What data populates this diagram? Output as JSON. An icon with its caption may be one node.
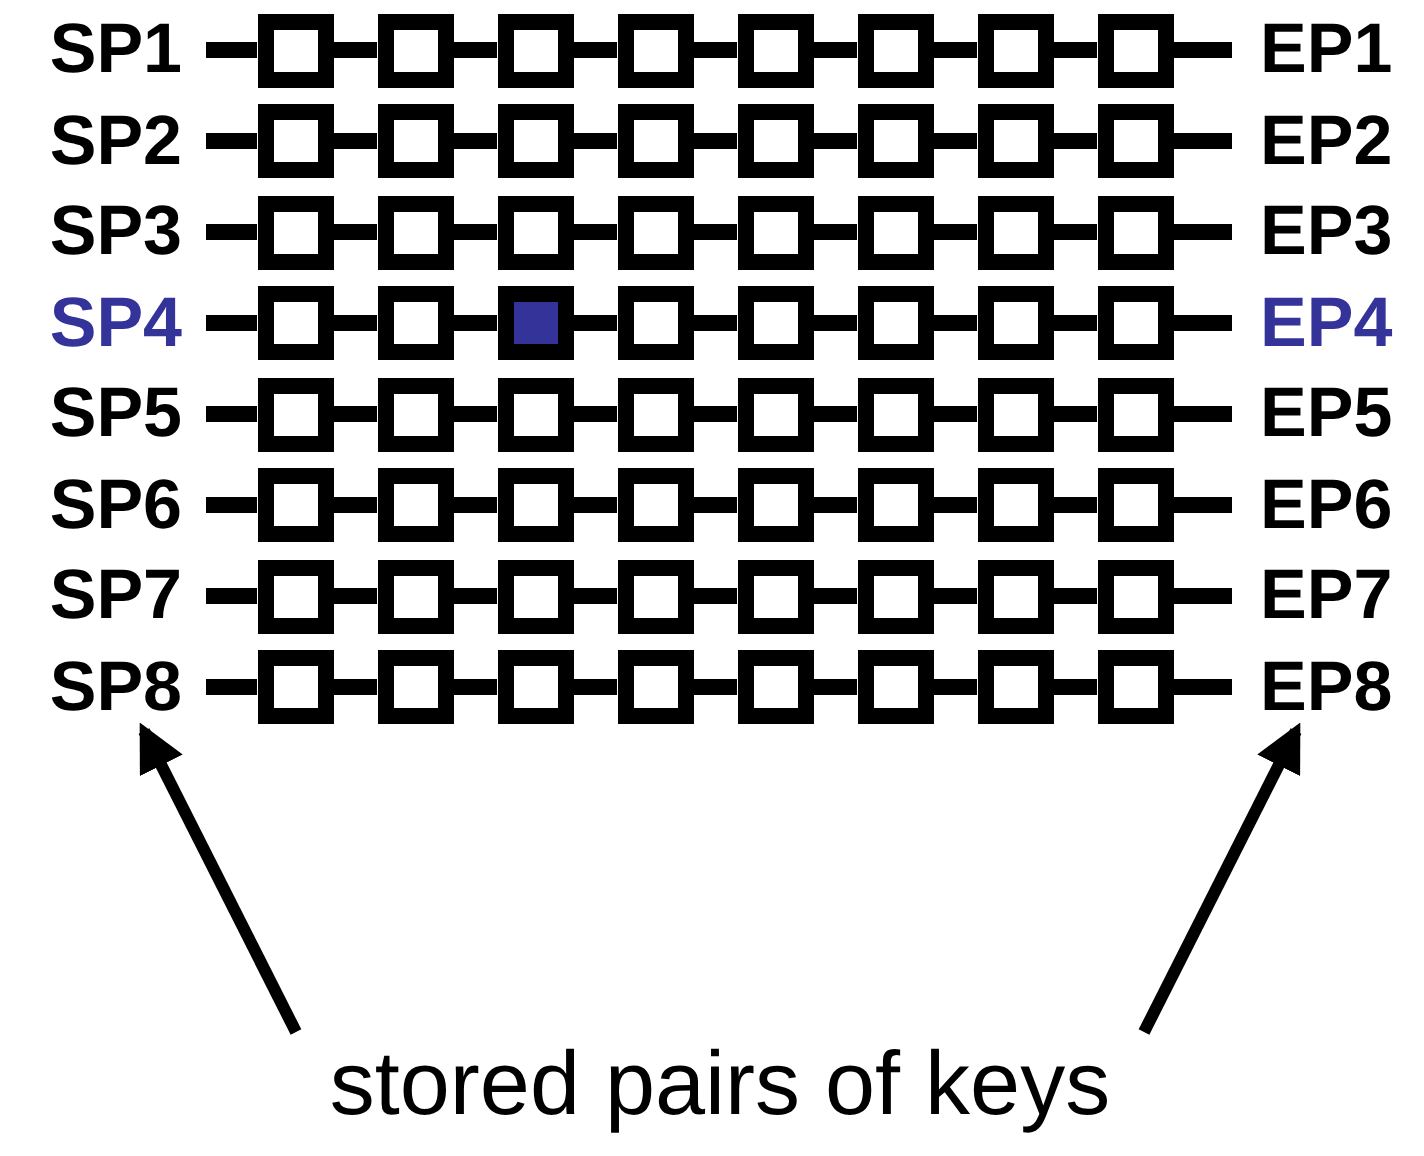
{
  "diagram": {
    "nodes": [
      {
        "text": [
          "SP1"
        ]
      },
      {
        "text": [],
        "shape": "box"
      },
      {
        "text": [],
        "shape": "box"
      },
      {
        "text": [],
        "shape": "box"
      },
      {
        "text": [],
        "shape": "box"
      },
      {
        "text": [],
        "shape": "box"
      },
      {
        "text": [],
        "shape": "box"
      },
      {
        "text": [],
        "shape": "box"
      },
      {
        "text": [],
        "shape": "box"
      },
      {
        "text": [
          "EP1"
        ]
      },
      {
        "text": [
          "SP2"
        ]
      },
      {
        "text": [],
        "shape": "box"
      },
      {
        "text": [],
        "shape": "box"
      },
      {
        "text": [],
        "shape": "box"
      },
      {
        "text": [],
        "shape": "box"
      },
      {
        "text": [],
        "shape": "box"
      },
      {
        "text": [],
        "shape": "box"
      },
      {
        "text": [],
        "shape": "box"
      },
      {
        "text": [],
        "shape": "box"
      },
      {
        "text": [
          "EP2"
        ]
      },
      {
        "text": [
          "SP3"
        ]
      },
      {
        "text": [],
        "shape": "box"
      },
      {
        "text": [],
        "shape": "box"
      },
      {
        "text": [],
        "shape": "box"
      },
      {
        "text": [],
        "shape": "box"
      },
      {
        "text": [],
        "shape": "box"
      },
      {
        "text": [],
        "shape": "box"
      },
      {
        "text": [],
        "shape": "box"
      },
      {
        "text": [],
        "shape": "box"
      },
      {
        "text": [
          "EP3"
        ]
      },
      {
        "text": [
          "SP4"
        ]
      },
      {
        "text": [],
        "shape": "box"
      },
      {
        "text": [],
        "shape": "box"
      },
      {
        "text": [],
        "shape": "box"
      },
      {
        "text": [],
        "shape": "box"
      },
      {
        "text": [],
        "shape": "box"
      },
      {
        "text": [],
        "shape": "box"
      },
      {
        "text": [],
        "shape": "box"
      },
      {
        "text": [],
        "shape": "box"
      },
      {
        "text": [
          "EP4"
        ]
      },
      {
        "text": [
          "SP5"
        ]
      },
      {
        "text": [],
        "shape": "box"
      },
      {
        "text": [],
        "shape": "box"
      },
      {
        "text": [],
        "shape": "box"
      },
      {
        "text": [],
        "shape": "box"
      },
      {
        "text": [],
        "shape": "box"
      },
      {
        "text": [],
        "shape": "box"
      },
      {
        "text": [],
        "shape": "box"
      },
      {
        "text": [],
        "shape": "box"
      },
      {
        "text": [
          "EP5"
        ]
      },
      {
        "text": [
          "SP6"
        ]
      },
      {
        "text": [],
        "shape": "box"
      },
      {
        "text": [],
        "shape": "box"
      },
      {
        "text": [],
        "shape": "box"
      },
      {
        "text": [],
        "shape": "box"
      },
      {
        "text": [],
        "shape": "box"
      },
      {
        "text": [],
        "shape": "box"
      },
      {
        "text": [],
        "shape": "box"
      },
      {
        "text": [],
        "shape": "box"
      },
      {
        "text": [
          "EP6"
        ]
      },
      {
        "text": [
          "SP7"
        ]
      },
      {
        "text": [],
        "shape": "box"
      },
      {
        "text": [],
        "shape": "box"
      },
      {
        "text": [],
        "shape": "box"
      },
      {
        "text": [],
        "shape": "box"
      },
      {
        "text": [],
        "shape": "box"
      },
      {
        "text": [],
        "shape": "box"
      },
      {
        "text": [],
        "shape": "box"
      },
      {
        "text": [],
        "shape": "box"
      },
      {
        "text": [
          "EP7"
        ]
      },
      {
        "text": [
          "SP8"
        ]
      },
      {
        "text": [],
        "shape": "box"
      },
      {
        "text": [],
        "shape": "box"
      },
      {
        "text": [],
        "shape": "box"
      },
      {
        "text": [],
        "shape": "box"
      },
      {
        "text": [],
        "shape": "box"
      },
      {
        "text": [],
        "shape": "box"
      },
      {
        "text": [],
        "shape": "box"
      },
      {
        "text": [],
        "shape": "box"
      },
      {
        "text": [
          "EP8"
        ]
      },
      {
        "text": [
          "stored pairs of keys"
        ]
      }
    ],
    "edges": [
      {
        "from": 0,
        "to": 1,
        "arrow": "none"
      },
      {
        "from": 1,
        "to": 2,
        "arrow": "none"
      },
      {
        "from": 2,
        "to": 3,
        "arrow": "none"
      },
      {
        "from": 3,
        "to": 4,
        "arrow": "none"
      },
      {
        "from": 4,
        "to": 5,
        "arrow": "none"
      },
      {
        "from": 5,
        "to": 6,
        "arrow": "none"
      },
      {
        "from": 6,
        "to": 7,
        "arrow": "none"
      },
      {
        "from": 7,
        "to": 8,
        "arrow": "none"
      },
      {
        "from": 8,
        "to": 9,
        "arrow": "none"
      },
      {
        "from": 10,
        "to": 11,
        "arrow": "none"
      },
      {
        "from": 11,
        "to": 12,
        "arrow": "none"
      },
      {
        "from": 12,
        "to": 13,
        "arrow": "none"
      },
      {
        "from": 13,
        "to": 14,
        "arrow": "none"
      },
      {
        "from": 14,
        "to": 15,
        "arrow": "none"
      },
      {
        "from": 15,
        "to": 16,
        "arrow": "none"
      },
      {
        "from": 16,
        "to": 17,
        "arrow": "none"
      },
      {
        "from": 17,
        "to": 18,
        "arrow": "none"
      },
      {
        "from": 18,
        "to": 19,
        "arrow": "none"
      },
      {
        "from": 20,
        "to": 21,
        "arrow": "none"
      },
      {
        "from": 21,
        "to": 22,
        "arrow": "none"
      },
      {
        "from": 22,
        "to": 23,
        "arrow": "none"
      },
      {
        "from": 23,
        "to": 24,
        "arrow": "none"
      },
      {
        "from": 24,
        "to": 25,
        "arrow": "none"
      },
      {
        "from": 25,
        "to": 26,
        "arrow": "none"
      },
      {
        "from": 26,
        "to": 27,
        "arrow": "none"
      },
      {
        "from": 27,
        "to": 28,
        "arrow": "none"
      },
      {
        "from": 28,
        "to": 29,
        "arrow": "none"
      },
      {
        "from": 30,
        "to": 31,
        "arrow": "none"
      },
      {
        "from": 31,
        "to": 32,
        "arrow": "none"
      },
      {
        "from": 32,
        "to": 33,
        "arrow": "none"
      },
      {
        "from": 33,
        "to": 34,
        "arrow": "none"
      },
      {
        "from": 34,
        "to": 35,
        "arrow": "none"
      },
      {
        "from": 35,
        "to": 36,
        "arrow": "none"
      },
      {
        "from": 36,
        "to": 37,
        "arrow": "none"
      },
      {
        "from": 37,
        "to": 38,
        "arrow": "none"
      },
      {
        "from": 38,
        "to": 39,
        "arrow": "none"
      },
      {
        "from": 40,
        "to": 41,
        "arrow": "none"
      },
      {
        "from": 41,
        "to": 42,
        "arrow": "none"
      },
      {
        "from": 42,
        "to": 43,
        "arrow": "none"
      },
      {
        "from": 43,
        "to": 44,
        "arrow": "none"
      },
      {
        "from": 44,
        "to": 45,
        "arrow": "none"
      },
      {
        "from": 45,
        "to": 46,
        "arrow": "none"
      },
      {
        "from": 46,
        "to": 47,
        "arrow": "none"
      },
      {
        "from": 47,
        "to": 48,
        "arrow": "none"
      },
      {
        "from": 48,
        "to": 49,
        "arrow": "none"
      },
      {
        "from": 50,
        "to": 51,
        "arrow": "none"
      },
      {
        "from": 51,
        "to": 52,
        "arrow": "none"
      },
      {
        "from": 52,
        "to": 53,
        "arrow": "none"
      },
      {
        "from": 53,
        "to": 54,
        "arrow": "none"
      },
      {
        "from": 54,
        "to": 55,
        "arrow": "none"
      },
      {
        "from": 55,
        "to": 56,
        "arrow": "none"
      },
      {
        "from": 56,
        "to": 57,
        "arrow": "none"
      },
      {
        "from": 57,
        "to": 58,
        "arrow": "none"
      },
      {
        "from": 58,
        "to": 59,
        "arrow": "none"
      },
      {
        "from": 60,
        "to": 61,
        "arrow": "none"
      },
      {
        "from": 61,
        "to": 62,
        "arrow": "none"
      },
      {
        "from": 62,
        "to": 63,
        "arrow": "none"
      },
      {
        "from": 63,
        "to": 64,
        "arrow": "none"
      },
      {
        "from": 64,
        "to": 65,
        "arrow": "none"
      },
      {
        "from": 65,
        "to": 66,
        "arrow": "none"
      },
      {
        "from": 66,
        "to": 67,
        "arrow": "none"
      },
      {
        "from": 67,
        "to": 68,
        "arrow": "none"
      },
      {
        "from": 68,
        "to": 69,
        "arrow": "none"
      },
      {
        "from": 70,
        "to": 71,
        "arrow": "none"
      },
      {
        "from": 71,
        "to": 72,
        "arrow": "none"
      },
      {
        "from": 72,
        "to": 73,
        "arrow": "none"
      },
      {
        "from": 73,
        "to": 74,
        "arrow": "none"
      },
      {
        "from": 74,
        "to": 75,
        "arrow": "none"
      },
      {
        "from": 75,
        "to": 76,
        "arrow": "none"
      },
      {
        "from": 76,
        "to": 77,
        "arrow": "none"
      },
      {
        "from": 77,
        "to": 78,
        "arrow": "none"
      },
      {
        "from": 78,
        "to": 79,
        "arrow": "none"
      },
      {
        "from": 80,
        "to": 70,
        "arrow": "to"
      },
      {
        "from": 80,
        "to": 79,
        "arrow": "to"
      }
    ]
  }
}
